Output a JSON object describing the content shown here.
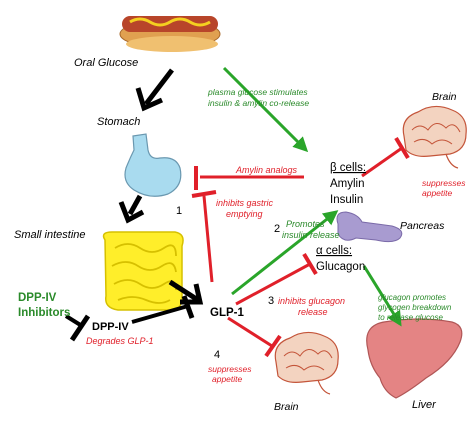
{
  "colors": {
    "stimulate_arrow": "#2aa52a",
    "inhibit_arrow": "#e0202a",
    "flow_arrow": "#000000",
    "red_text": "#e0202a",
    "green_text": "#2a8a2a",
    "dpp_text": "#2a8a2a",
    "stomach_fill": "#a9dbef",
    "intestine_fill": "#ffee2a",
    "pancreas_fill": "#a89bd0",
    "liver_fill": "#e48484",
    "brain_fill": "#f3d3c0",
    "brain_stroke": "#c4553a"
  },
  "icons": [
    "hotdog-icon",
    "stomach-icon",
    "small-intestine-icon",
    "pancreas-icon",
    "liver-icon",
    "brain-icon"
  ],
  "labels": {
    "oral_glucose": "Oral Glucose",
    "stomach": "Stomach",
    "small_intestine": "Small intestine",
    "dpp_inhibitors_line1": "DPP-IV",
    "dpp_inhibitors_line2": "Inhibitors",
    "dpp_iv": "DPP-IV",
    "degrades_glp1": "Degrades GLP-1",
    "glp1": "GLP-1",
    "beta_cells": "β cells:",
    "amylin": "Amylin",
    "insulin": "Insulin",
    "pancreas": "Pancreas",
    "alpha_cells": "α cells:",
    "glucagon": "Glucagon",
    "brain_top": "Brain",
    "brain_bottom": "Brain",
    "liver": "Liver",
    "plasma_glucose_line1": "plasma glucose stimulates",
    "plasma_glucose_line2": "insulin & amylin co-release",
    "amylin_analogs": "Amylin analogs",
    "inhibits_gastric_line1": "inhibits gastric",
    "inhibits_gastric_line2": "emptying",
    "promotes_insulin_line1": "Promotes",
    "promotes_insulin_line2": "insulin release",
    "inhibits_glucagon_line1": "inhibits glucagon",
    "inhibits_glucagon_line2": "release",
    "suppresses_appetite_top_line1": "suppresses",
    "suppresses_appetite_top_line2": "appetite",
    "suppresses_appetite_bottom_line1": "suppresses",
    "suppresses_appetite_bottom_line2": "appetite",
    "glucagon_promotes_line1": "glucagon promotes",
    "glucagon_promotes_line2": "glycogen breakdown",
    "glucagon_promotes_line3": "to release glucose",
    "num_1": "1",
    "num_2": "2",
    "num_3": "3",
    "num_4": "4"
  }
}
